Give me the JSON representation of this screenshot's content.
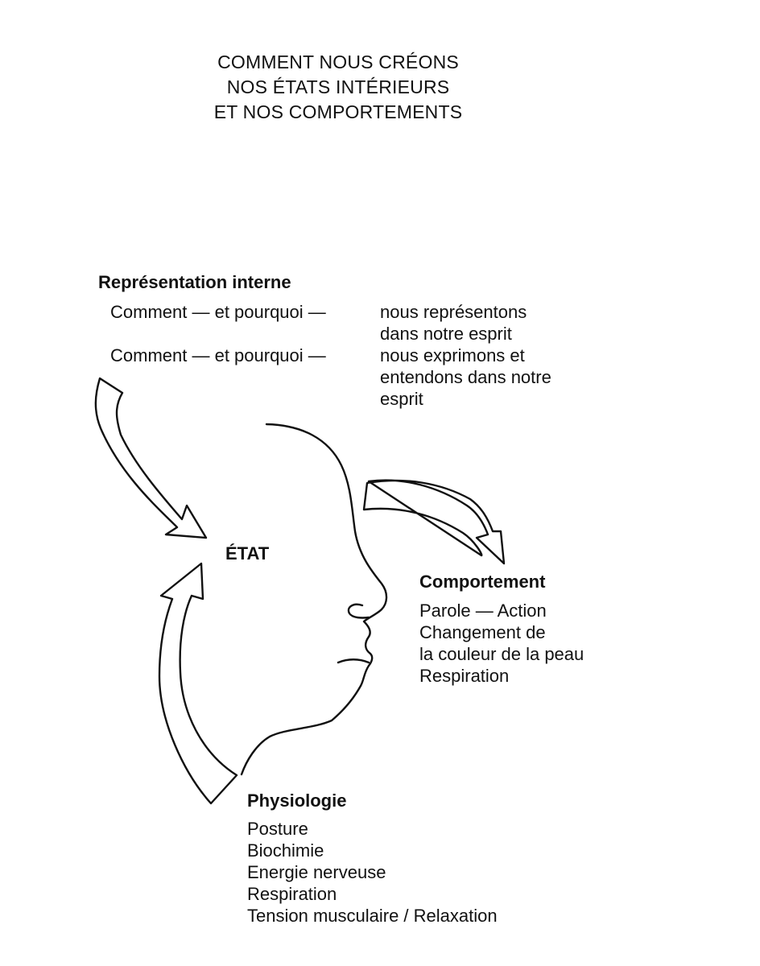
{
  "title": {
    "lines": [
      "COMMENT NOUS CRÉONS",
      "NOS ÉTATS INTÉRIEURS",
      "ET NOS COMPORTEMENTS"
    ]
  },
  "representation": {
    "heading": "Représentation interne",
    "rows": [
      {
        "lead": "Comment — et pourquoi —",
        "cont": [
          "nous représentons",
          "dans notre esprit"
        ]
      },
      {
        "lead": "Comment — et pourquoi —",
        "cont": [
          "nous exprimons et",
          "entendons dans notre",
          "esprit"
        ]
      }
    ]
  },
  "etat": {
    "label": "ÉTAT"
  },
  "comportement": {
    "heading": "Comportement",
    "items": [
      "Parole — Action",
      "Changement de",
      "la couleur de la peau",
      "Respiration"
    ]
  },
  "physiologie": {
    "heading": "Physiologie",
    "items": [
      "Posture",
      "Biochimie",
      "Energie nerveuse",
      "Respiration",
      "Tension musculaire / Relaxation"
    ]
  },
  "icons": {
    "head": "head-profile-icon",
    "arrow_in_top": "curved-arrow-icon",
    "arrow_in_bottom": "curved-arrow-icon",
    "arrow_out": "curved-arrow-icon"
  }
}
